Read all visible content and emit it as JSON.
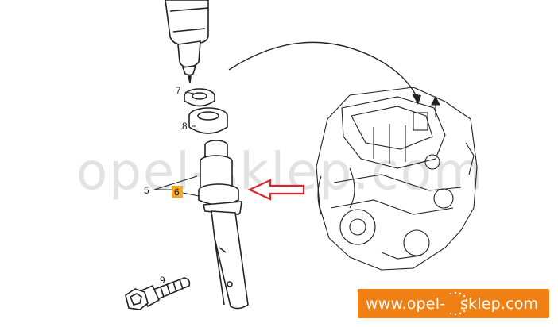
{
  "callouts": {
    "c5": "5",
    "c6": "6",
    "c7": "7",
    "c8": "8",
    "c9": "9"
  },
  "watermark": "opel-sklep.com",
  "badge": {
    "text": "www.opel-   sklep.com",
    "background": "#f07f14",
    "text_color": "#ffffff"
  },
  "colors": {
    "highlight_label": "#f5a623",
    "indicator_arrow": "#d9262c",
    "line_art": "#222222"
  },
  "icons": {
    "indicator": "hollow-red-left-arrow",
    "transfer": "curved-black-arrow"
  }
}
